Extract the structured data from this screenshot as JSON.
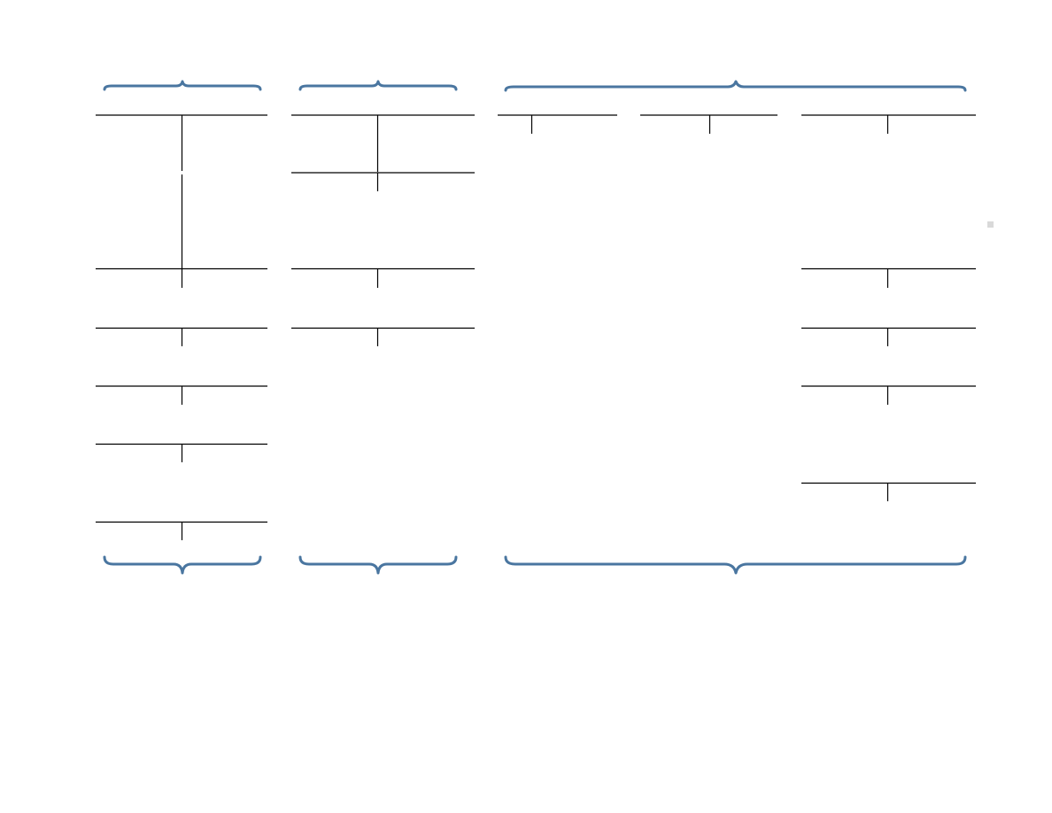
{
  "diagram": {
    "brace_color": "#4a76a0",
    "line_color": "#000000",
    "marker_color": "#d9d9d9",
    "groups": [
      {
        "id": "group-left",
        "top_brace": "curly-brace-open-up",
        "bottom_brace": "curly-brace-open-down",
        "t_accounts": 7,
        "labels": []
      },
      {
        "id": "group-middle",
        "top_brace": "curly-brace-open-up",
        "bottom_brace": "curly-brace-open-down",
        "t_accounts": 4,
        "labels": []
      },
      {
        "id": "group-right",
        "top_brace": "curly-brace-open-up",
        "bottom_brace": "curly-brace-open-down",
        "t_accounts": 7,
        "labels": []
      }
    ]
  }
}
